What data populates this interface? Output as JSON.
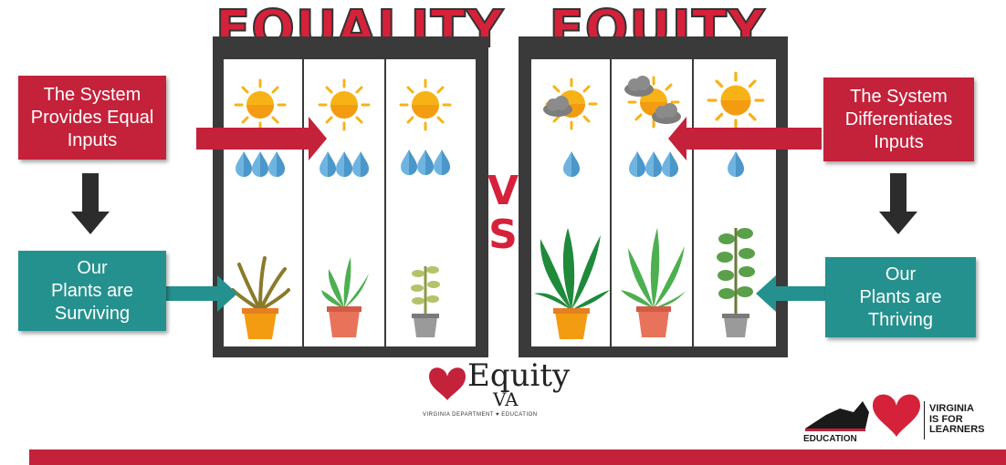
{
  "titles": {
    "left": "EQUALITY",
    "right": "EQUITY"
  },
  "vs": {
    "v": "V",
    "s": "S"
  },
  "boxes": {
    "system_equal": [
      "The System",
      "Provides Equal",
      "Inputs"
    ],
    "plants_surviving": [
      "Our",
      "Plants are",
      "Surviving"
    ],
    "system_diff": [
      "The System",
      "Differentiates",
      "Inputs"
    ],
    "plants_thriving": [
      "Our",
      "Plants are",
      "Thriving"
    ]
  },
  "logo": {
    "brand": "Equity",
    "brand_sub": "VA",
    "tagline": "VIRGINIA DEPARTMENT ♥ EDUCATION"
  },
  "vdoe": {
    "label": "EDUCATION",
    "slogan": [
      "VIRGINIA",
      "IS FOR",
      "LEARNERS"
    ]
  },
  "colors": {
    "red": "#c4213a",
    "teal": "#25918e",
    "dark": "#3a3a3a",
    "sun": "#f7b316",
    "drop": "#6fb4e0"
  },
  "icons": [
    "sun-icon",
    "cloud-icon",
    "water-drop-icon",
    "plant-icon",
    "arrow-icon",
    "heart-icon",
    "virginia-state-icon"
  ]
}
